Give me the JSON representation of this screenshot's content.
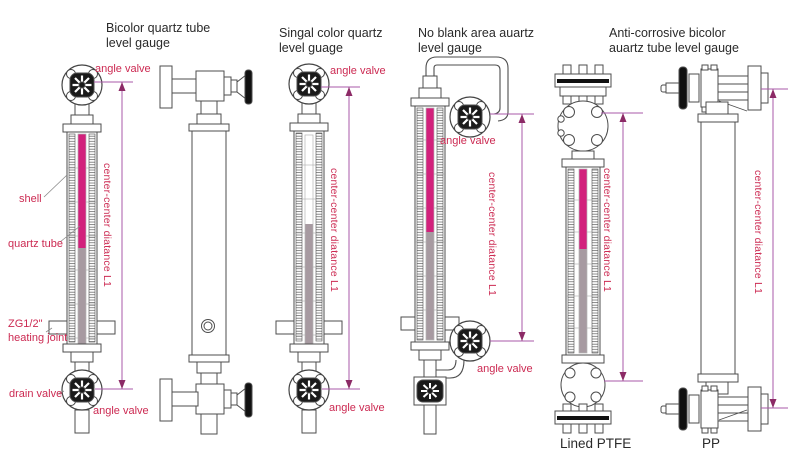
{
  "colors": {
    "label_red": "#cc2a52",
    "dimension_purple": "#a85aa8",
    "arrow_magenta": "#8c2a66",
    "stripe_magenta": "#d2217c",
    "stripe_gray": "#a79aa1",
    "line_dark": "#4d4d4d",
    "title_black": "#2a2a2a"
  },
  "figure1": {
    "title_line1": "Bicolor quartz tube",
    "title_line2": "level gauge",
    "label_angle_valve_top": "angle valve",
    "label_shell": "shell",
    "label_quartz_tube": "quartz tube",
    "label_heating_joint_line1": "ZG1/2\"",
    "label_heating_joint_line2": "heating joint",
    "label_drain_valve": "drain valve",
    "label_angle_valve_bottom": "angle valve",
    "dimension_label": "center-center diatance L1"
  },
  "figure3": {
    "title_line1": "Singal color quartz",
    "title_line2": "level guage",
    "label_angle_valve_top": "angle valve",
    "label_angle_valve_bottom": "angle valve",
    "dimension_label": "center-center diatance L1"
  },
  "figure4": {
    "title_line1": "No blank area auartz",
    "title_line2": "level gauge",
    "label_angle_valve_top": "angle valve",
    "label_angle_valve_bottom": "angle valve",
    "dimension_label": "center-center diatance L1"
  },
  "figure5": {
    "title_line1": "Anti-corrosive bicolor",
    "title_line2": "auartz tube level gauge",
    "material_label": "Lined PTFE",
    "dimension_label": "center-center diatance L1"
  },
  "figure6": {
    "material_label": "PP",
    "dimension_label": "center-center diatance L1"
  }
}
